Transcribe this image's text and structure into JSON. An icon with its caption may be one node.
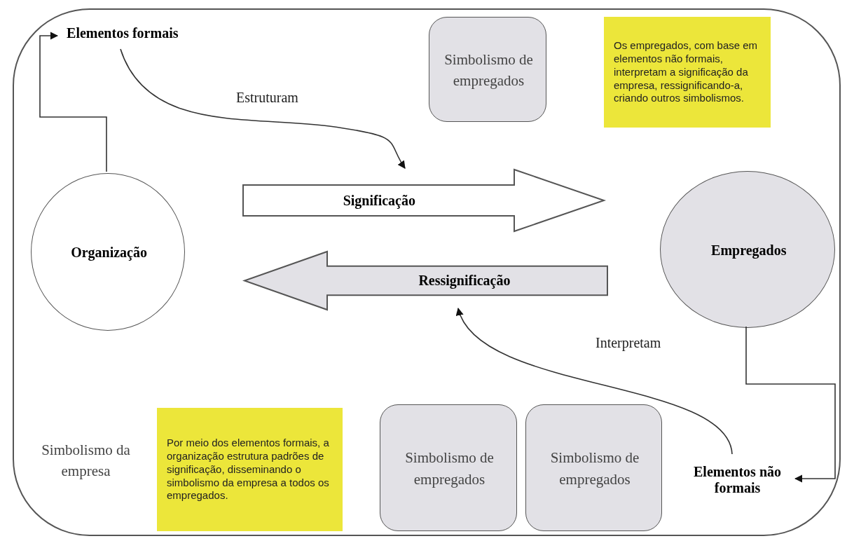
{
  "diagram": {
    "nodes": [
      {
        "text": [
          "Simbolismo da empresa"
        ]
      },
      {
        "text": [
          "Elementos formais"
        ],
        "in": 0
      },
      {
        "text": [
          "Simbolismo de empregados"
        ],
        "in": 0
      },
      {
        "text": [
          "Os empregados, com base em elementos não formais, interpretam a significação da empresa, ressignificando-a, criando outros simbolismos."
        ],
        "in": 0
      },
      {
        "text": [
          "Significação"
        ],
        "in": 0
      },
      {
        "text": [
          "Organização"
        ],
        "in": 0
      },
      {
        "text": [
          "Empregados"
        ],
        "in": 0
      },
      {
        "text": [
          "Ressignificação"
        ],
        "in": 0
      },
      {
        "text": [
          "Por meio dos elementos formais, a organização estrutura padrões de significação, disseminando o simbolismo da empresa a todos os empregados."
        ],
        "in": 0
      },
      {
        "text": [
          "Simbolismo de empregados"
        ],
        "in": 0
      },
      {
        "text": [
          "Simbolismo de empregados"
        ],
        "in": 0
      },
      {
        "text": [
          "Elementos não formais"
        ],
        "in": 0
      }
    ],
    "edges": [
      {
        "from": 5,
        "to": 1,
        "arrow": "to"
      },
      {
        "from": 1,
        "to": 4,
        "label": "Estruturam",
        "arrow": "to"
      },
      {
        "from": 6,
        "to": 11,
        "arrow": "to"
      },
      {
        "from": 11,
        "to": 7,
        "label": "Interpretam",
        "arrow": "to"
      }
    ]
  }
}
